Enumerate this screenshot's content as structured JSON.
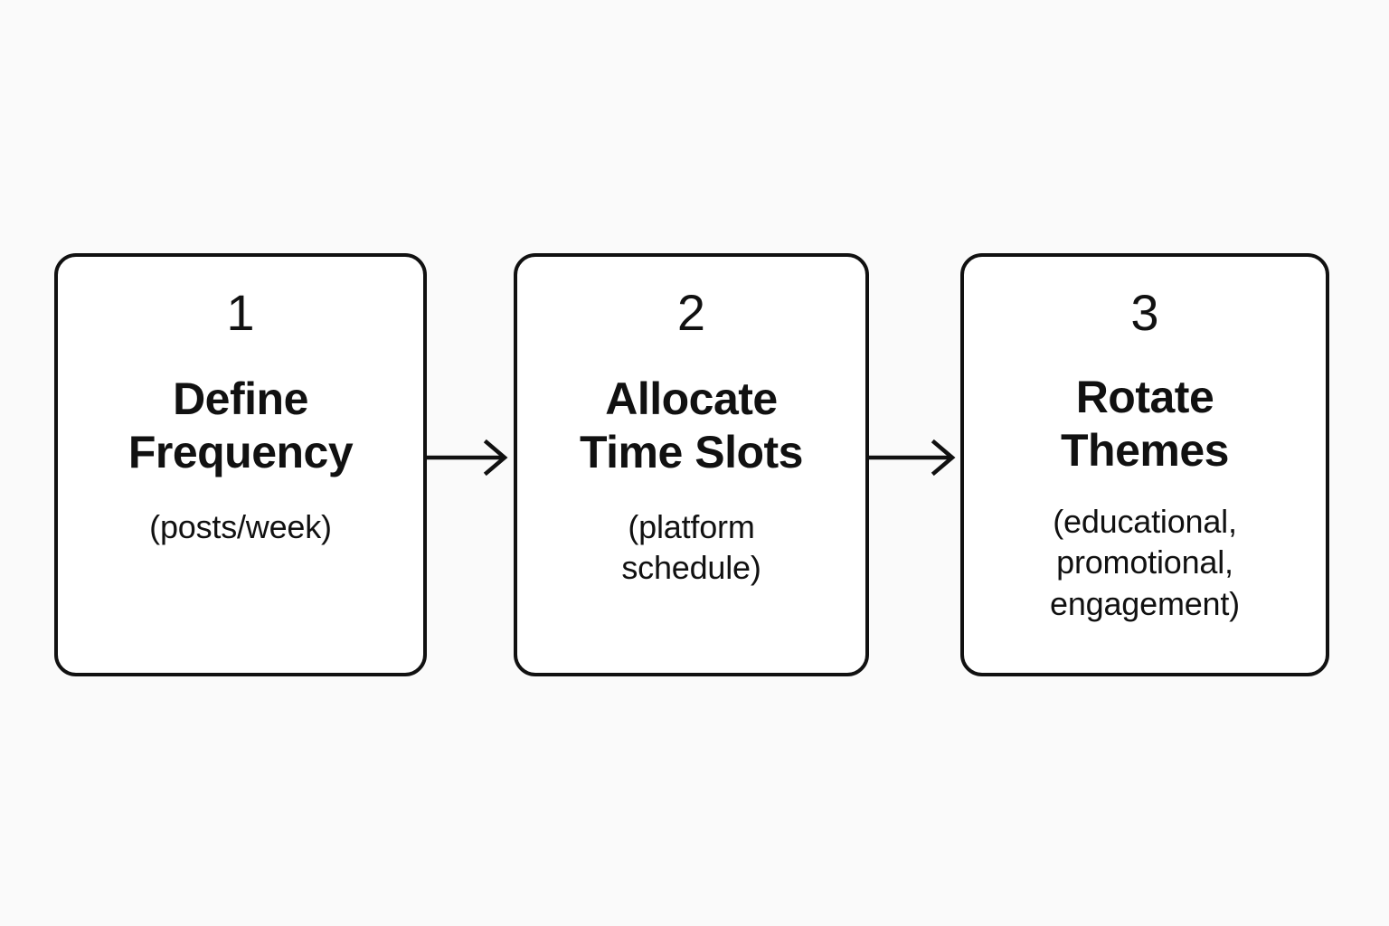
{
  "diagram": {
    "type": "horizontal-flow",
    "background_color": "#fafafa",
    "stroke_color": "#111111",
    "box_fill_color": "#ffffff",
    "steps": [
      {
        "number": "1",
        "title": "Define\nFrequency",
        "title_line1": "Define",
        "title_line2": "Frequency",
        "subtitle": "(posts/week)",
        "subtitle_line1": "(posts/week)",
        "subtitle_line2": "",
        "subtitle_line3": ""
      },
      {
        "number": "2",
        "title": "Allocate\nTime Slots",
        "title_line1": "Allocate",
        "title_line2": "Time Slots",
        "subtitle": "(platform schedule)",
        "subtitle_line1": "(platform",
        "subtitle_line2": "schedule)",
        "subtitle_line3": ""
      },
      {
        "number": "3",
        "title": "Rotate\nThemes",
        "title_line1": "Rotate",
        "title_line2": "Themes",
        "subtitle": "(educational, promotional, engagement)",
        "subtitle_line1": "(educational,",
        "subtitle_line2": "promotional,",
        "subtitle_line3": "engagement)"
      }
    ],
    "connectors": [
      {
        "from": "1",
        "to": "2",
        "icon": "arrow-right-icon"
      },
      {
        "from": "2",
        "to": "3",
        "icon": "arrow-right-icon"
      }
    ]
  }
}
